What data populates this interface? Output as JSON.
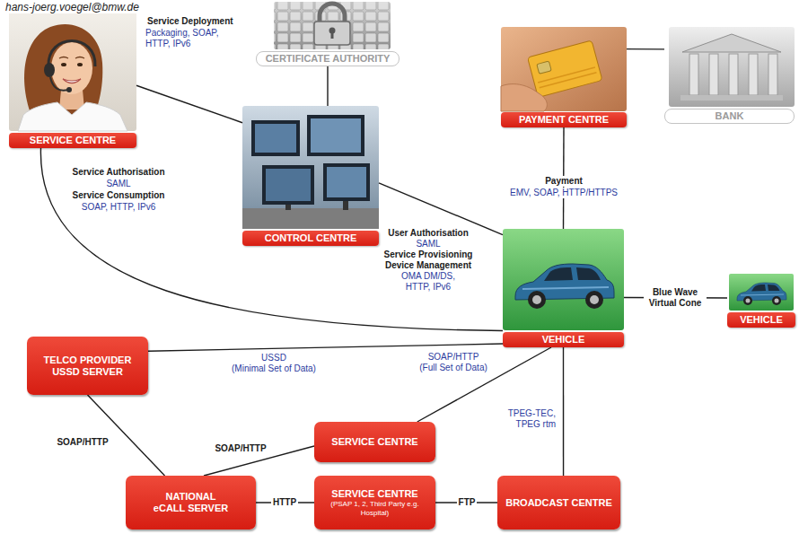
{
  "diagram": {
    "nodes": [
      {
        "text": [
          "SERVICE CENTRE"
        ]
      },
      {
        "text": [
          "CERTIFICATE AUTHORITY"
        ]
      },
      {
        "text": [
          "CONTROL CENTRE"
        ]
      },
      {
        "text": [
          "PAYMENT CENTRE"
        ]
      },
      {
        "text": [
          "BANK"
        ]
      },
      {
        "text": [
          "VEHICLE"
        ]
      },
      {
        "text": [
          "VEHICLE"
        ]
      },
      {
        "text": [
          "TELCO PROVIDER USSD SERVER"
        ]
      },
      {
        "text": [
          "SERVICE CENTRE"
        ]
      },
      {
        "text": [
          "NATIONAL eCALL SERVER"
        ]
      },
      {
        "text": [
          "SERVICE CENTRE",
          "(PSAP 1, 2, Third Party e.g. Hospital)"
        ]
      },
      {
        "text": [
          "BROADCAST CENTRE"
        ]
      }
    ],
    "edges": [
      {
        "from": 0,
        "to": 2,
        "label": "Service Deployment",
        "arrow": "none"
      },
      {
        "from": 1,
        "to": 2,
        "arrow": "none"
      },
      {
        "from": 0,
        "to": 5,
        "label": "Service Authorisation",
        "arrow": "none"
      },
      {
        "from": 2,
        "to": 5,
        "label": "User Authorisation",
        "arrow": "none"
      },
      {
        "from": 3,
        "to": 4,
        "arrow": "none"
      },
      {
        "from": 3,
        "to": 5,
        "label": "Payment",
        "arrow": "none"
      },
      {
        "from": 5,
        "to": 6,
        "label": "Blue Wave Virtual Cone",
        "arrow": "none"
      },
      {
        "from": 7,
        "to": 5,
        "label": "USSD",
        "arrow": "none"
      },
      {
        "from": 8,
        "to": 5,
        "label": "SOAP/HTTP",
        "arrow": "none"
      },
      {
        "from": 11,
        "to": 5,
        "label": "TPEG-TEC, TPEG rtm",
        "arrow": "none"
      },
      {
        "from": 7,
        "to": 9,
        "label": "SOAP/HTTP",
        "arrow": "none"
      },
      {
        "from": 8,
        "to": 9,
        "label": "SOAP/HTTP",
        "arrow": "none"
      },
      {
        "from": 9,
        "to": 10,
        "label": "HTTP",
        "arrow": "none"
      },
      {
        "from": 10,
        "to": 11,
        "label": "FTP",
        "arrow": "none"
      }
    ],
    "labels": [
      "hans-joerg.voegel@bmw.de",
      "Packaging, SOAP, HTTP, IPv6",
      "SAML",
      "Service Consumption",
      "SOAP, HTTP, IPv6",
      "SAML",
      "Service Provisioning",
      "Device Management",
      "OMA DM/DS, HTTP, IPv6",
      "EMV, SOAP, HTTP/HTTPS",
      "(Minimal Set of Data)",
      "(Full Set of Data)"
    ]
  }
}
